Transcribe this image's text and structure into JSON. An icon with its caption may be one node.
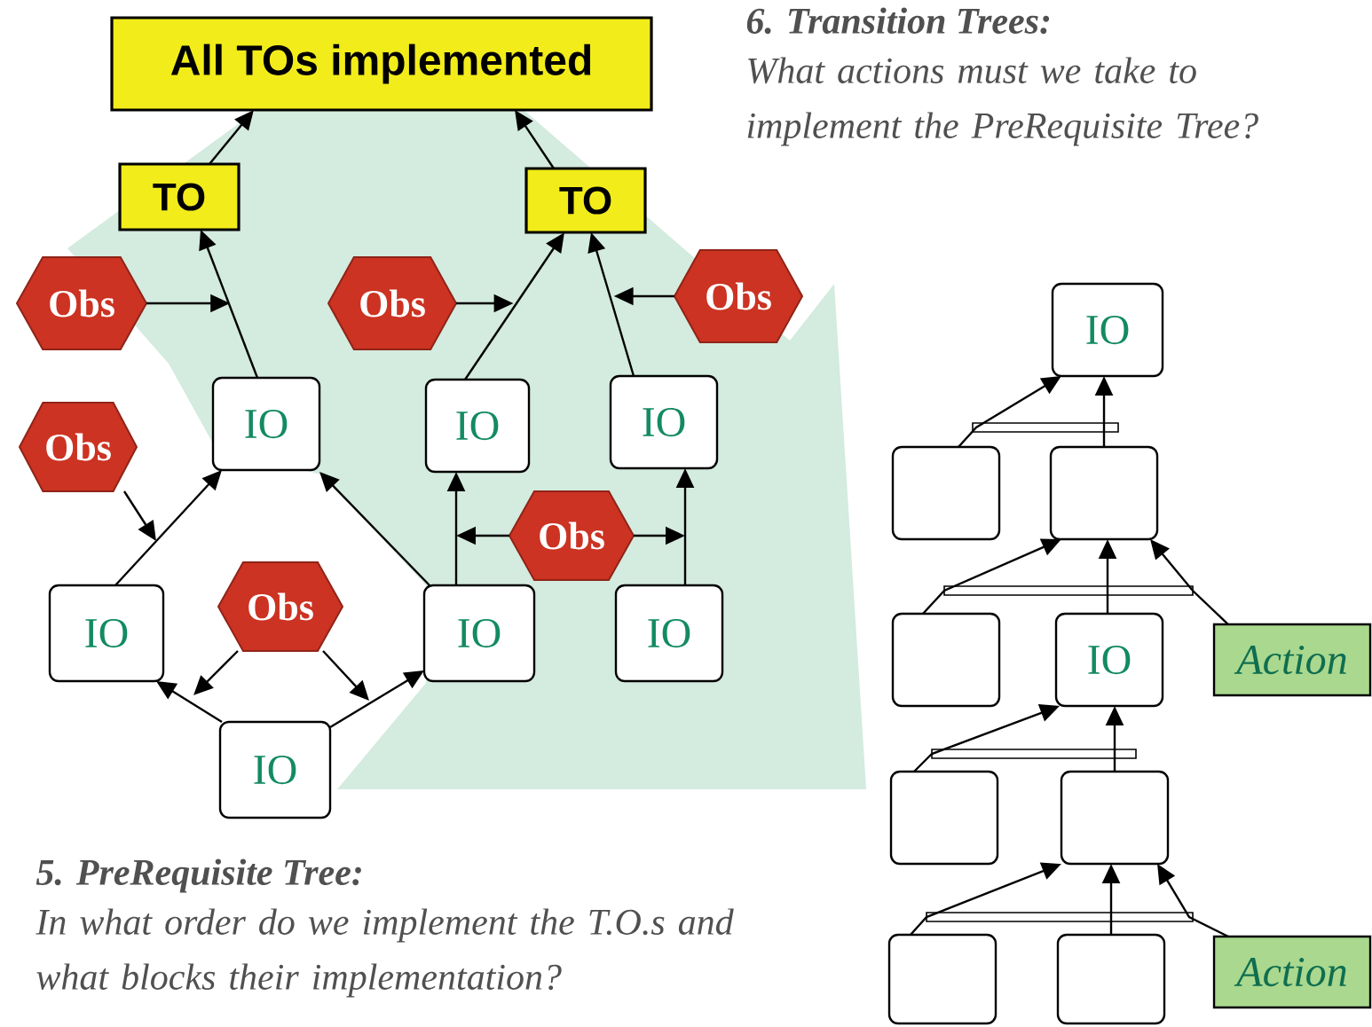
{
  "diagram": {
    "nodes": [
      {
        "text": [
          "All TOs implemented"
        ]
      },
      {
        "text": [
          "TO"
        ]
      },
      {
        "text": [
          "TO"
        ]
      },
      {
        "text": [
          "Obs"
        ]
      },
      {
        "text": [
          "Obs"
        ]
      },
      {
        "text": [
          "Obs"
        ]
      },
      {
        "text": [
          "IO"
        ]
      },
      {
        "text": [
          "IO"
        ]
      },
      {
        "text": [
          "IO"
        ]
      },
      {
        "text": [
          "Obs"
        ]
      },
      {
        "text": [
          "Obs"
        ]
      },
      {
        "text": [
          "IO"
        ]
      },
      {
        "text": [
          "Obs"
        ]
      },
      {
        "text": [
          "IO"
        ]
      },
      {
        "text": [
          "IO"
        ]
      },
      {
        "text": [
          "IO"
        ]
      },
      {
        "text": [
          "IO"
        ]
      },
      {
        "text": [],
        "shape": "box"
      },
      {
        "text": [],
        "shape": "box"
      },
      {
        "text": [],
        "shape": "box"
      },
      {
        "text": [
          "IO"
        ]
      },
      {
        "text": [
          "Action"
        ]
      },
      {
        "text": [],
        "shape": "box"
      },
      {
        "text": [],
        "shape": "box"
      },
      {
        "text": [],
        "shape": "box"
      },
      {
        "text": [],
        "shape": "box"
      },
      {
        "text": [
          "Action"
        ]
      }
    ],
    "edges": [
      {
        "from": 1,
        "to": 0,
        "arrow": "to"
      },
      {
        "from": 2,
        "to": 0,
        "arrow": "to"
      },
      {
        "from": 6,
        "to": 1,
        "arrow": "to"
      },
      {
        "from": 3,
        "to": null,
        "arrow": "to"
      },
      {
        "from": 7,
        "to": 2,
        "arrow": "to"
      },
      {
        "from": 4,
        "to": null,
        "arrow": "to"
      },
      {
        "from": 8,
        "to": 2,
        "arrow": "to"
      },
      {
        "from": 5,
        "to": null,
        "arrow": "to"
      },
      {
        "from": 11,
        "to": 6,
        "arrow": "to"
      },
      {
        "from": 9,
        "to": null,
        "arrow": "to"
      },
      {
        "from": 13,
        "to": 6,
        "arrow": "to"
      },
      {
        "from": 13,
        "to": 7,
        "arrow": "to"
      },
      {
        "from": 10,
        "to": null,
        "arrow": "to"
      },
      {
        "from": 14,
        "to": 8,
        "arrow": "to"
      },
      {
        "from": 10,
        "to": null,
        "arrow": "to"
      },
      {
        "from": 15,
        "to": 11,
        "arrow": "to"
      },
      {
        "from": 12,
        "to": null,
        "arrow": "to"
      },
      {
        "from": 15,
        "to": 13,
        "arrow": "to"
      },
      {
        "from": 12,
        "to": null,
        "arrow": "to"
      },
      {
        "from": 17,
        "to": 16,
        "arrow": "to"
      },
      {
        "from": 18,
        "to": 16,
        "arrow": "to"
      },
      {
        "from": 19,
        "to": 18,
        "arrow": "to"
      },
      {
        "from": 20,
        "to": 18,
        "arrow": "to"
      },
      {
        "from": 21,
        "to": 18,
        "arrow": "to"
      },
      {
        "from": 22,
        "to": 20,
        "arrow": "to"
      },
      {
        "from": 23,
        "to": 20,
        "arrow": "to"
      },
      {
        "from": 24,
        "to": 23,
        "arrow": "to"
      },
      {
        "from": 25,
        "to": 23,
        "arrow": "to"
      },
      {
        "from": 26,
        "to": 23,
        "arrow": "to"
      }
    ],
    "labels": [
      "6. Transition Trees:",
      "What actions must we take to implement the PreRequisite Tree?",
      "5. PreRequisite Tree:",
      "In what order do we implement the T.O.s and what blocks their implementation?"
    ]
  }
}
